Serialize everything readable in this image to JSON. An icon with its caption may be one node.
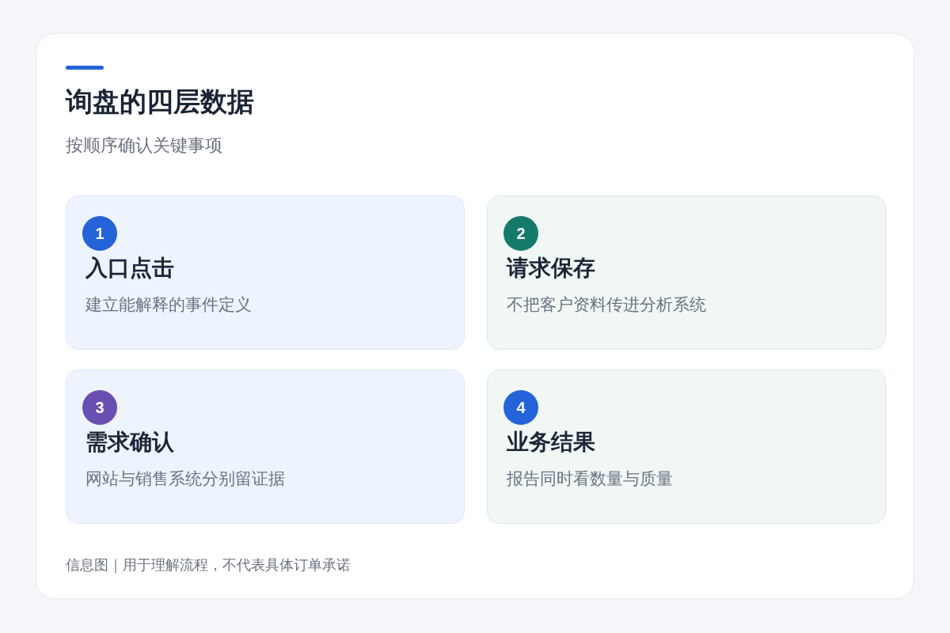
{
  "diagram": {
    "title": "询盘的四层数据",
    "caption": "信息图｜用于理解流程，不代表具体订单承诺",
    "nodes": [
      {
        "text": [
          "入口点击",
          "建立能解释的事件定义"
        ]
      },
      {
        "text": [
          "1"
        ],
        "in": 0
      },
      {
        "text": [
          "请求保存",
          "不把客户资料传进分析系统"
        ]
      },
      {
        "text": [
          "2"
        ],
        "in": 2
      },
      {
        "text": [
          "需求确认",
          "网站与销售系统分别留证据"
        ]
      },
      {
        "text": [
          "3"
        ],
        "in": 4
      },
      {
        "text": [
          "业务结果",
          "报告同时看数量与质量"
        ]
      },
      {
        "text": [
          "4"
        ],
        "in": 6
      }
    ],
    "labels": [
      "按顺序确认关键事项"
    ]
  }
}
